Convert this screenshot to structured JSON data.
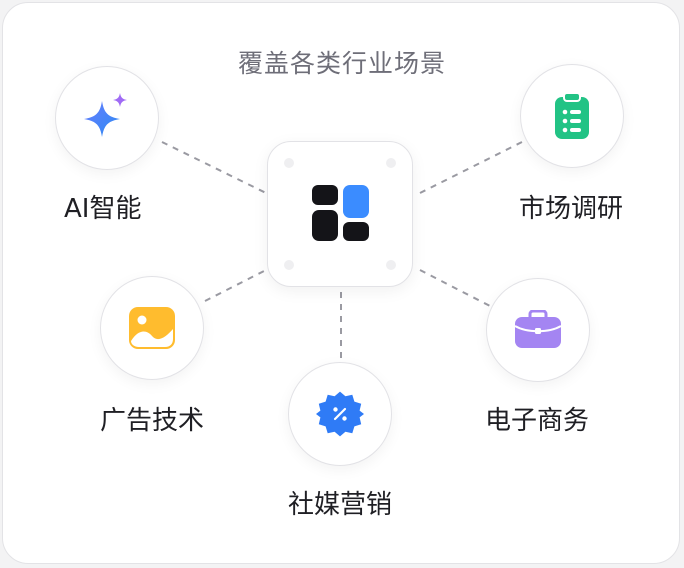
{
  "heading": "覆盖各类行业场景",
  "hub": {
    "icon": "app-grid-icon"
  },
  "nodes": [
    {
      "label": "AI智能",
      "icon": "sparkle-icon",
      "color": "#3b82f6"
    },
    {
      "label": "市场调研",
      "icon": "clipboard-list-icon",
      "color": "#22c385"
    },
    {
      "label": "广告技术",
      "icon": "image-icon",
      "color": "#ffbc2e"
    },
    {
      "label": "社媒营销",
      "icon": "discount-badge-icon",
      "color": "#2f7bf6"
    },
    {
      "label": "电子商务",
      "icon": "briefcase-icon",
      "color": "#a485f2"
    }
  ]
}
